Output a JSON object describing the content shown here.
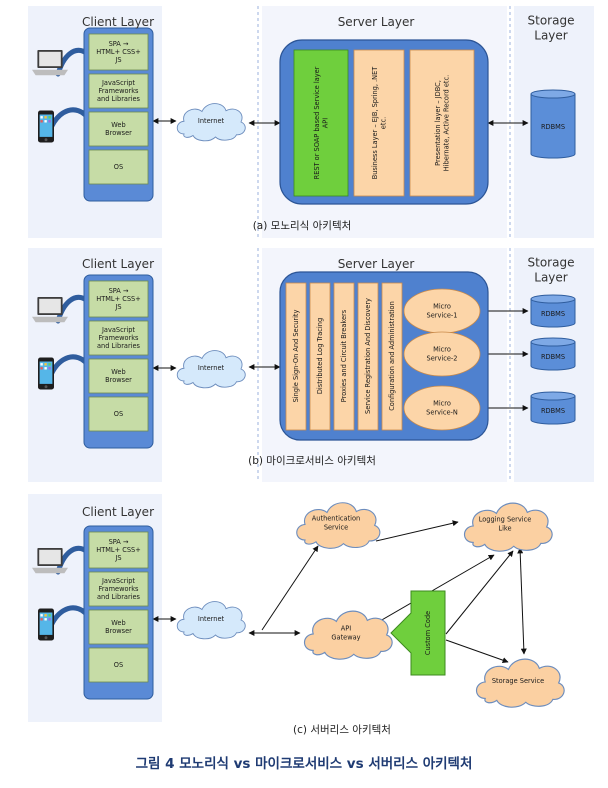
{
  "colors": {
    "layer_fill": "#dfe3f6",
    "client_column": "#5a8ad6",
    "client_box": "#c6dca6",
    "server_bg": "#4f81cf",
    "green": "#6fcf3d",
    "orange": "#fcd5a8",
    "cloud_blue": "#d5e9fb",
    "cloud_orange": "#fbd0a2",
    "db": "#5b8ed8",
    "figure_caption": "#1f3b73"
  },
  "client_layer": {
    "title": "Client Layer",
    "boxes": [
      "SPA →\nHTML+ CSS+\nJS",
      "JavaScript\nFrameworks\nand Libraries",
      "Web\nBrowser",
      "OS"
    ]
  },
  "internet": "Internet",
  "server_layer_title": "Server Layer",
  "storage_layer_title": "Storage\nLayer",
  "rdbms": "RDBMS",
  "monolithic": {
    "green_panel": "REST or SOAP based Service layer\nAPI",
    "business": "Business Layer – EJB, Spring, .NET\netc.",
    "presentation": "Presentation layer – JDBC,\nHibernate, Active Record etc.",
    "caption": "(a) 모노리식 아키텍처"
  },
  "microservices": {
    "infra": [
      "Single Sign-On And Security",
      "Distributed Log Tracing",
      "Proxies and Circuit Breakers",
      "Service Registration And Discovery",
      "Configuration and Administration"
    ],
    "services": [
      "Micro\nService-1",
      "Micro\nService-2",
      "Micro\nService-N"
    ],
    "caption": "(b) 마이크로서비스 아키텍처"
  },
  "serverless": {
    "auth": "Authentication\nService",
    "logging": "Logging Service\nLike",
    "gateway": "API\nGateway",
    "custom_code": "Custom Code",
    "storage": "Storage Service",
    "caption": "(c) 서버리스 아키텍처"
  },
  "figure_caption": "그림 4  모노리식 vs 마이크로서비스 vs 서버리스 아키텍처"
}
